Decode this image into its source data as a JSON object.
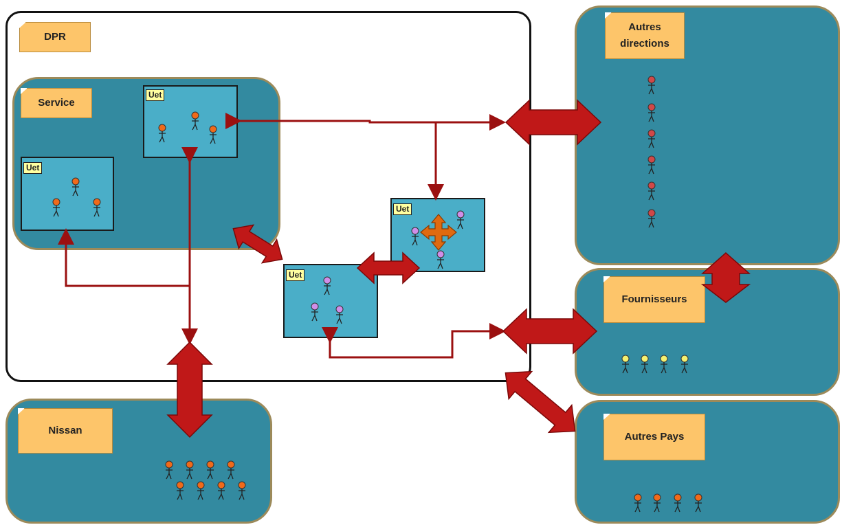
{
  "labels": {
    "dpr": "DPR",
    "service": "Service",
    "autres_directions": "Autres directions",
    "fournisseurs": "Fournisseurs",
    "nissan": "Nissan",
    "autres_pays": "Autres Pays",
    "uet": "Uet"
  },
  "colors": {
    "zone_fill": "#338aa0",
    "zone_border": "#9c8a5a",
    "uet_fill": "#4aaec8",
    "label_fill": "#fdc56a",
    "arrow": "#9b1010",
    "people_orange": "#f06a1a",
    "people_violet": "#d08ee8",
    "people_red": "#d04848",
    "people_yellow": "#f4f070",
    "move_icon": "#e06a10"
  }
}
